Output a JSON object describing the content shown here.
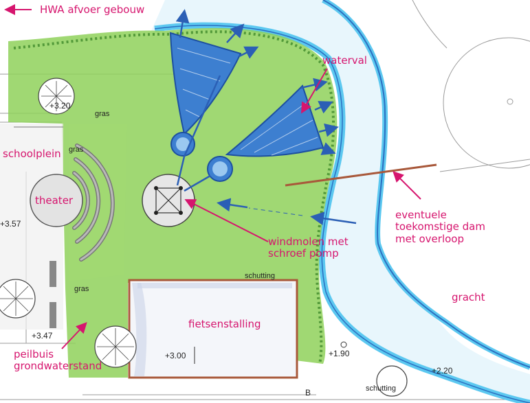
{
  "labels": {
    "hwa": "HWA afvoer gebouw",
    "waterval": "waterval",
    "schoolplein": "schoolplein",
    "theater": "theater",
    "windmolen_line1": "windmolen met",
    "windmolen_line2": "schroef pomp",
    "dam_line1": "eventuele",
    "dam_line2": "toekomstige dam",
    "dam_line3": "met overloop",
    "gracht": "gracht",
    "fietsenstalling": "fietsenstalling",
    "peilbuis_line1": "peilbuis",
    "peilbuis_line2": "grondwaterstand"
  },
  "small_labels": {
    "gras_1": "gras",
    "gras_2": "gras",
    "gras_3": "gras",
    "schutting_1": "schutting",
    "schutting_2": "schutting"
  },
  "elevations": {
    "e1": "+3.20",
    "e2": "+3.57",
    "e3": "+3.47",
    "e4": "+3.00",
    "e5": "+1.90",
    "e6": "+2.20",
    "e7": "B"
  },
  "colors": {
    "annotation": "#d6156e",
    "water": "#5cc8f0",
    "grass": "#8fd15a",
    "pond": "#3d7fd0",
    "arrow": "#2b5fb5",
    "fence": "#a8583a"
  }
}
